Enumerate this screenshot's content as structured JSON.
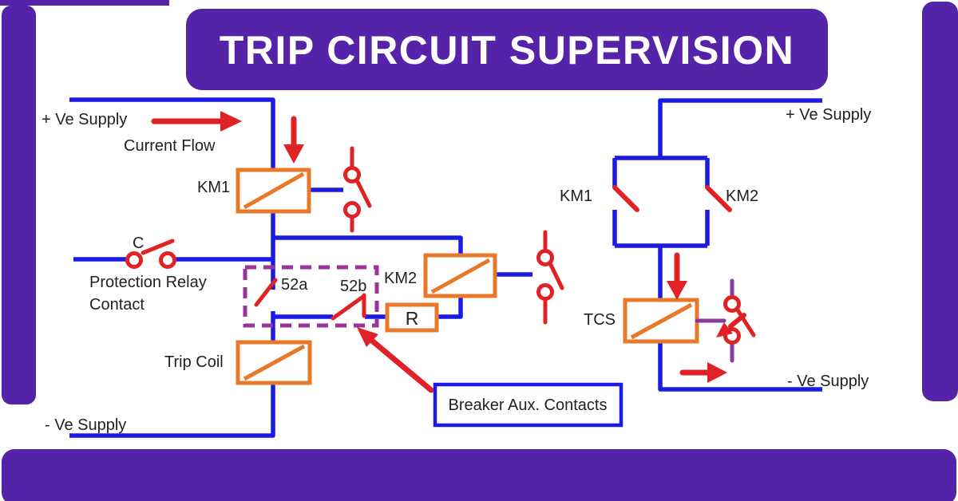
{
  "banner": {
    "title": "TRIP CIRCUIT SUPERVISION"
  },
  "colors": {
    "frame_purple": "#5423A8",
    "wire_blue": "#1B1BE5",
    "coil_orange": "#E8782A",
    "contact_red": "#E02125",
    "aux_magenta": "#9A339A",
    "tcs_violet": "#8A3A9C",
    "label_text": "#222222",
    "background": "#FFFFFF"
  },
  "left_circuit": {
    "pos_supply": "+ Ve Supply",
    "current_flow": "Current Flow",
    "km1_coil": "KM1",
    "protection_contact_id": "C",
    "protection_relay_line1": "Protection Relay",
    "protection_relay_line2": "Contact",
    "breaker_contact_a": "52a",
    "breaker_contact_b": "52b",
    "km2_coil": "KM2",
    "resistor": "R",
    "trip_coil": "Trip Coil",
    "neg_supply": "- Ve Supply",
    "callout": "Breaker Aux. Contacts"
  },
  "right_circuit": {
    "pos_supply": "+ Ve Supply",
    "km1_contact": "KM1",
    "km2_contact": "KM2",
    "tcs_relay": "TCS",
    "neg_supply": "- Ve Supply"
  }
}
